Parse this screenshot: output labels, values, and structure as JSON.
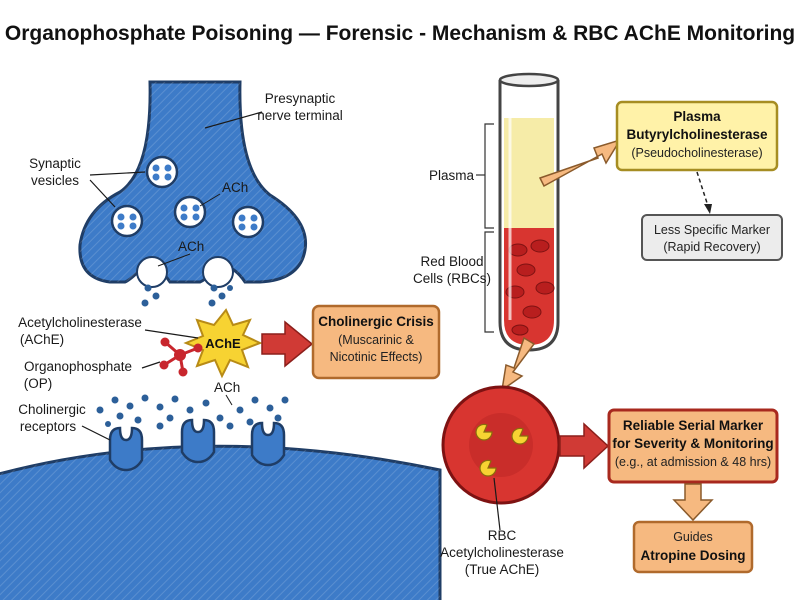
{
  "title": "Organophosphate Poisoning — Forensic - Mechanism & RBC AChE Monitoring",
  "colors": {
    "neuron_blue": "#3d7bc8",
    "neuron_outline": "#1f3d66",
    "crisis_box": "#f6b980",
    "crisis_arrow": "#d03a35",
    "plasma_box": "#fff2a8",
    "plasma_fill": "#f6eca8",
    "rbc_red": "#d83530",
    "op_molecule": "#c8262d",
    "ache_star": "#f7d332"
  },
  "synapse": {
    "presynaptic_label_1": "Presynaptic",
    "presynaptic_label_2": "nerve terminal",
    "vesicles_label_1": "Synaptic",
    "vesicles_label_2": "vesicles",
    "ach_label_a": "ACh",
    "ach_label_b": "ACh",
    "ach_label_c": "ACh",
    "ache_label_1": "Acetylcholinesterase",
    "ache_label_2": "(AChE)",
    "ache_star_text": "AChE",
    "op_label_1": "Organophosphate",
    "op_label_2": "(OP)",
    "receptors_label_1": "Cholinergic",
    "receptors_label_2": "receptors"
  },
  "crisis": {
    "title": "Cholinergic Crisis",
    "line1": "(Muscarinic &",
    "line2": "Nicotinic Effects)"
  },
  "tube": {
    "plasma_label": "Plasma",
    "rbc_label_1": "Red Blood",
    "rbc_label_2": "Cells (RBCs)"
  },
  "plasma_box": {
    "line1": "Plasma",
    "line2": "Butyrylcholinesterase",
    "line3": "(Pseudocholinesterase)"
  },
  "less_specific": {
    "line1": "Less Specific Marker",
    "line2": "(Rapid Recovery)"
  },
  "rbc": {
    "label_1": "RBC",
    "label_2": "Acetylcholinesterase",
    "label_3": "(True AChE)"
  },
  "reliable": {
    "line1": "Reliable Serial Marker",
    "line2": "for Severity & Monitoring",
    "line3": "(e.g., at admission & 48 hrs)"
  },
  "atropine": {
    "line1": "Guides",
    "line2": "Atropine Dosing"
  }
}
